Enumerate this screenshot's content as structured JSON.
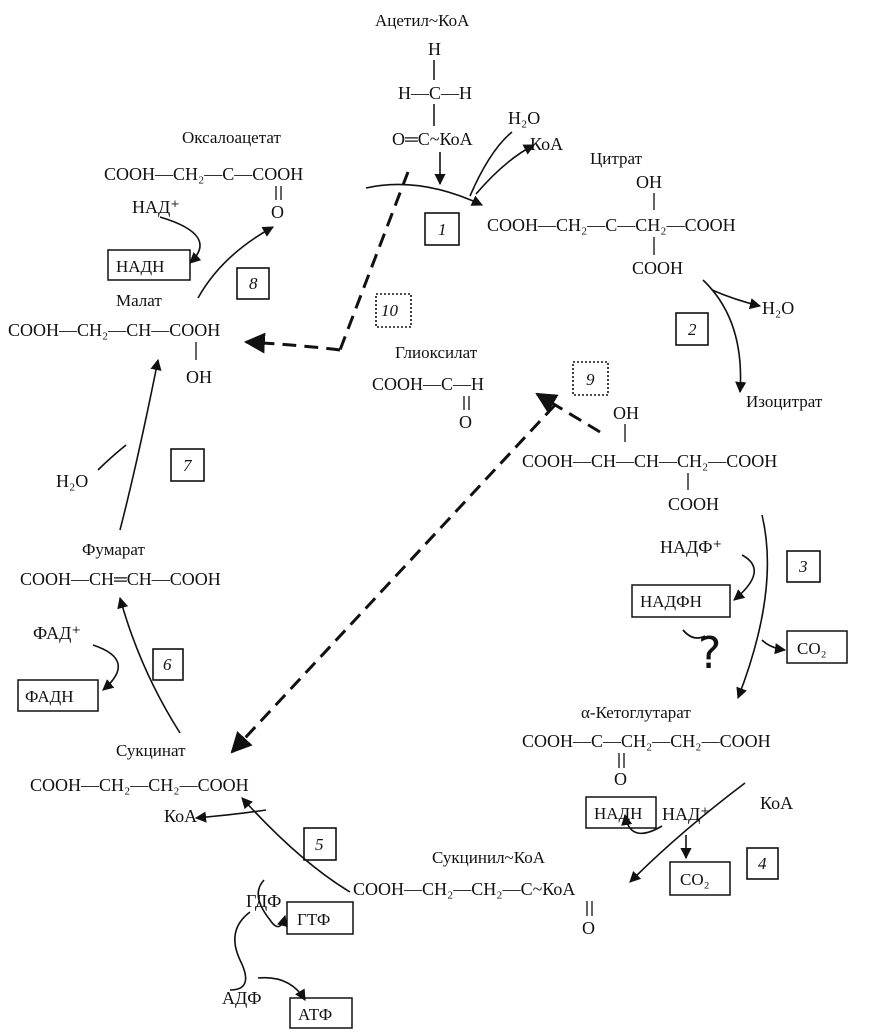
{
  "compounds": {
    "acetyl_coa": {
      "name": "Ацетил~КоА",
      "h_top": "H",
      "h_row": "H—C—H",
      "acyl": "O═C~КоА"
    },
    "oxaloacetate": {
      "name": "Оксалоацетат",
      "formula": "COOH—CH₂—C—COOH",
      "oxo": "O"
    },
    "citrate": {
      "name": "Цитрат",
      "oh": "OH",
      "formula": "COOH—CH₂—C—CH₂—COOH",
      "cooh": "COOH"
    },
    "isocitrate": {
      "name": "Изоцитрат",
      "oh": "OH",
      "formula": "COOH—CH—CH—CH₂—COOH",
      "cooh": "COOH"
    },
    "alpha_ketoglutarate": {
      "name": "α-Кетоглутарат",
      "formula": "COOH—C—CH₂—CH₂—COOH",
      "oxo": "O"
    },
    "succinyl_coa": {
      "name": "Сукцинил~КоА",
      "formula": "COOH—CH₂—CH₂—C~КоА",
      "oxo": "O"
    },
    "succinate": {
      "name": "Сукцинат",
      "formula": "COOH—CH₂—CH₂—COOH"
    },
    "fumarate": {
      "name": "Фумарат",
      "formula": "COOH—CH═CH—COOH"
    },
    "malate": {
      "name": "Малат",
      "formula": "COOH—CH₂—CH—COOH",
      "oh": "OH"
    },
    "glyoxylate": {
      "name": "Глиоксилат",
      "formula": "COOH—C—H",
      "oxo": "O"
    }
  },
  "cofactors": {
    "h2o_1": "H₂O",
    "coa_1": "КоА",
    "h2o_2": "H₂O",
    "nadp_plus": "НАДФ⁺",
    "nadph": "НАДФН",
    "co2_3": "CO₂",
    "nadh_4": "НАДН",
    "nad_plus_4": "НАД⁺",
    "coa_4": "КоА",
    "co2_4": "CO₂",
    "coa_5": "КоА",
    "gdp": "ГДФ",
    "gtp": "ГТФ",
    "adp": "АДФ",
    "atp": "АТФ",
    "fad_plus": "ФАД⁺",
    "fadh": "ФАДН",
    "h2o_7": "H₂O",
    "nad_plus_8": "НАД⁺",
    "nadh_8": "НАДН"
  },
  "steps": [
    "1",
    "2",
    "3",
    "4",
    "5",
    "6",
    "7",
    "8",
    "9",
    "10"
  ],
  "annotation": "?"
}
